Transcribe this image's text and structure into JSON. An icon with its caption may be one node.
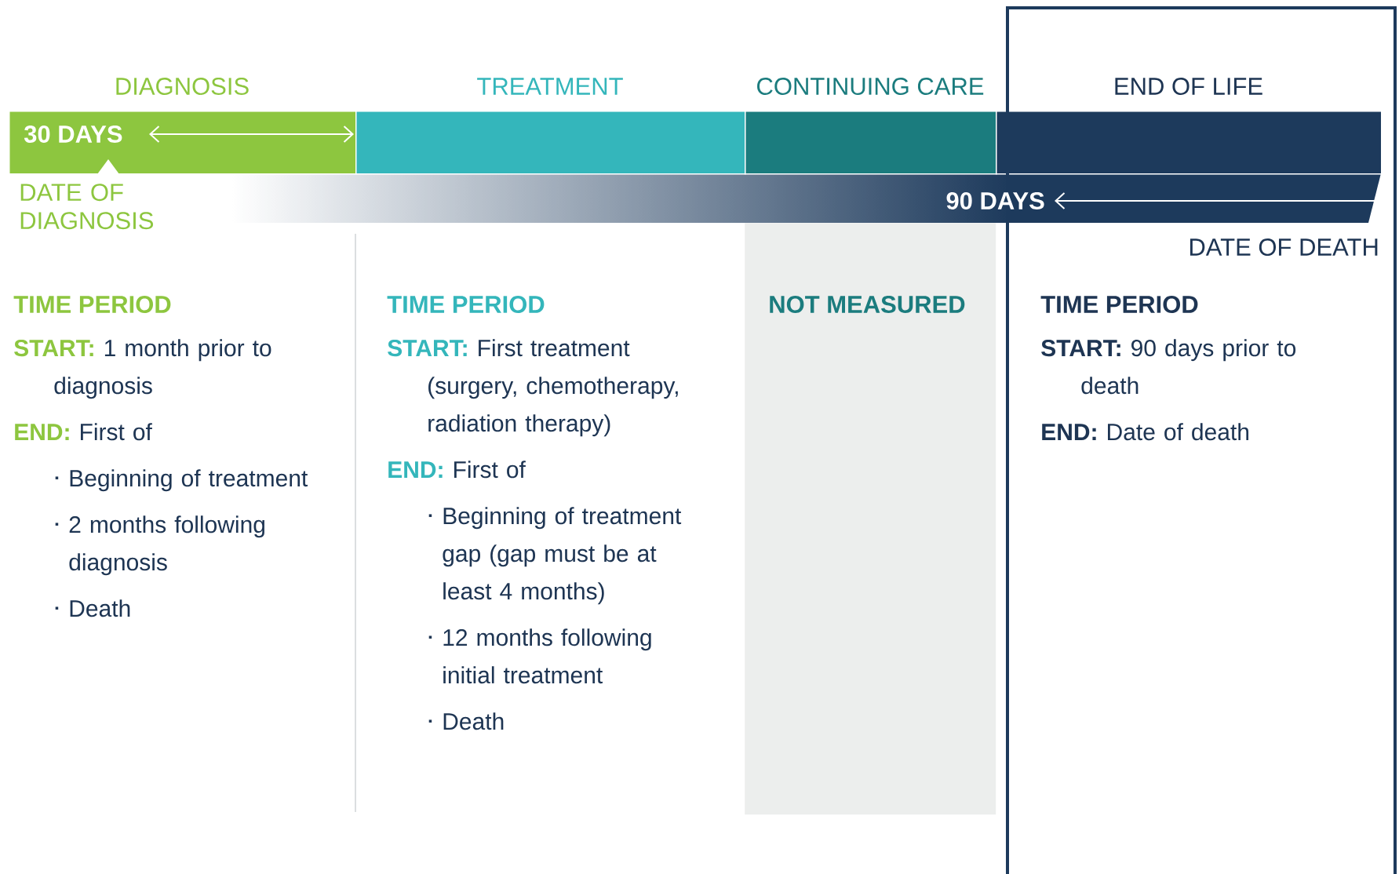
{
  "diagram": {
    "nodes": [
      {
        "text": [
          "DIAGNOSIS",
          "30 DAYS"
        ]
      },
      {
        "text": [
          "TREATMENT"
        ]
      },
      {
        "text": [
          "CONTINUING CARE"
        ]
      },
      {
        "text": [
          "END OF LIFE"
        ]
      },
      {
        "text": [
          "NOT MEASURED"
        ]
      },
      {
        "text": [
          "90 DAYS"
        ]
      }
    ],
    "labels": [
      "DATE OF DIAGNOSIS",
      "DATE OF DEATH",
      "TIME PERIOD",
      "START:",
      "1 month prior to diagnosis",
      "END:",
      "First of",
      "Beginning of treatment",
      "2 months following diagnosis",
      "Death",
      "TIME PERIOD",
      "START:",
      "First treatment (surgery, chemotherapy, radiation therapy)",
      "END:",
      "First of",
      "Beginning of treatment gap (gap must be at least 4 months)",
      "12 months following initial treatment",
      "Death",
      "TIME PERIOD",
      "START:",
      "90 days prior to death",
      "END:",
      "Date of death"
    ]
  }
}
